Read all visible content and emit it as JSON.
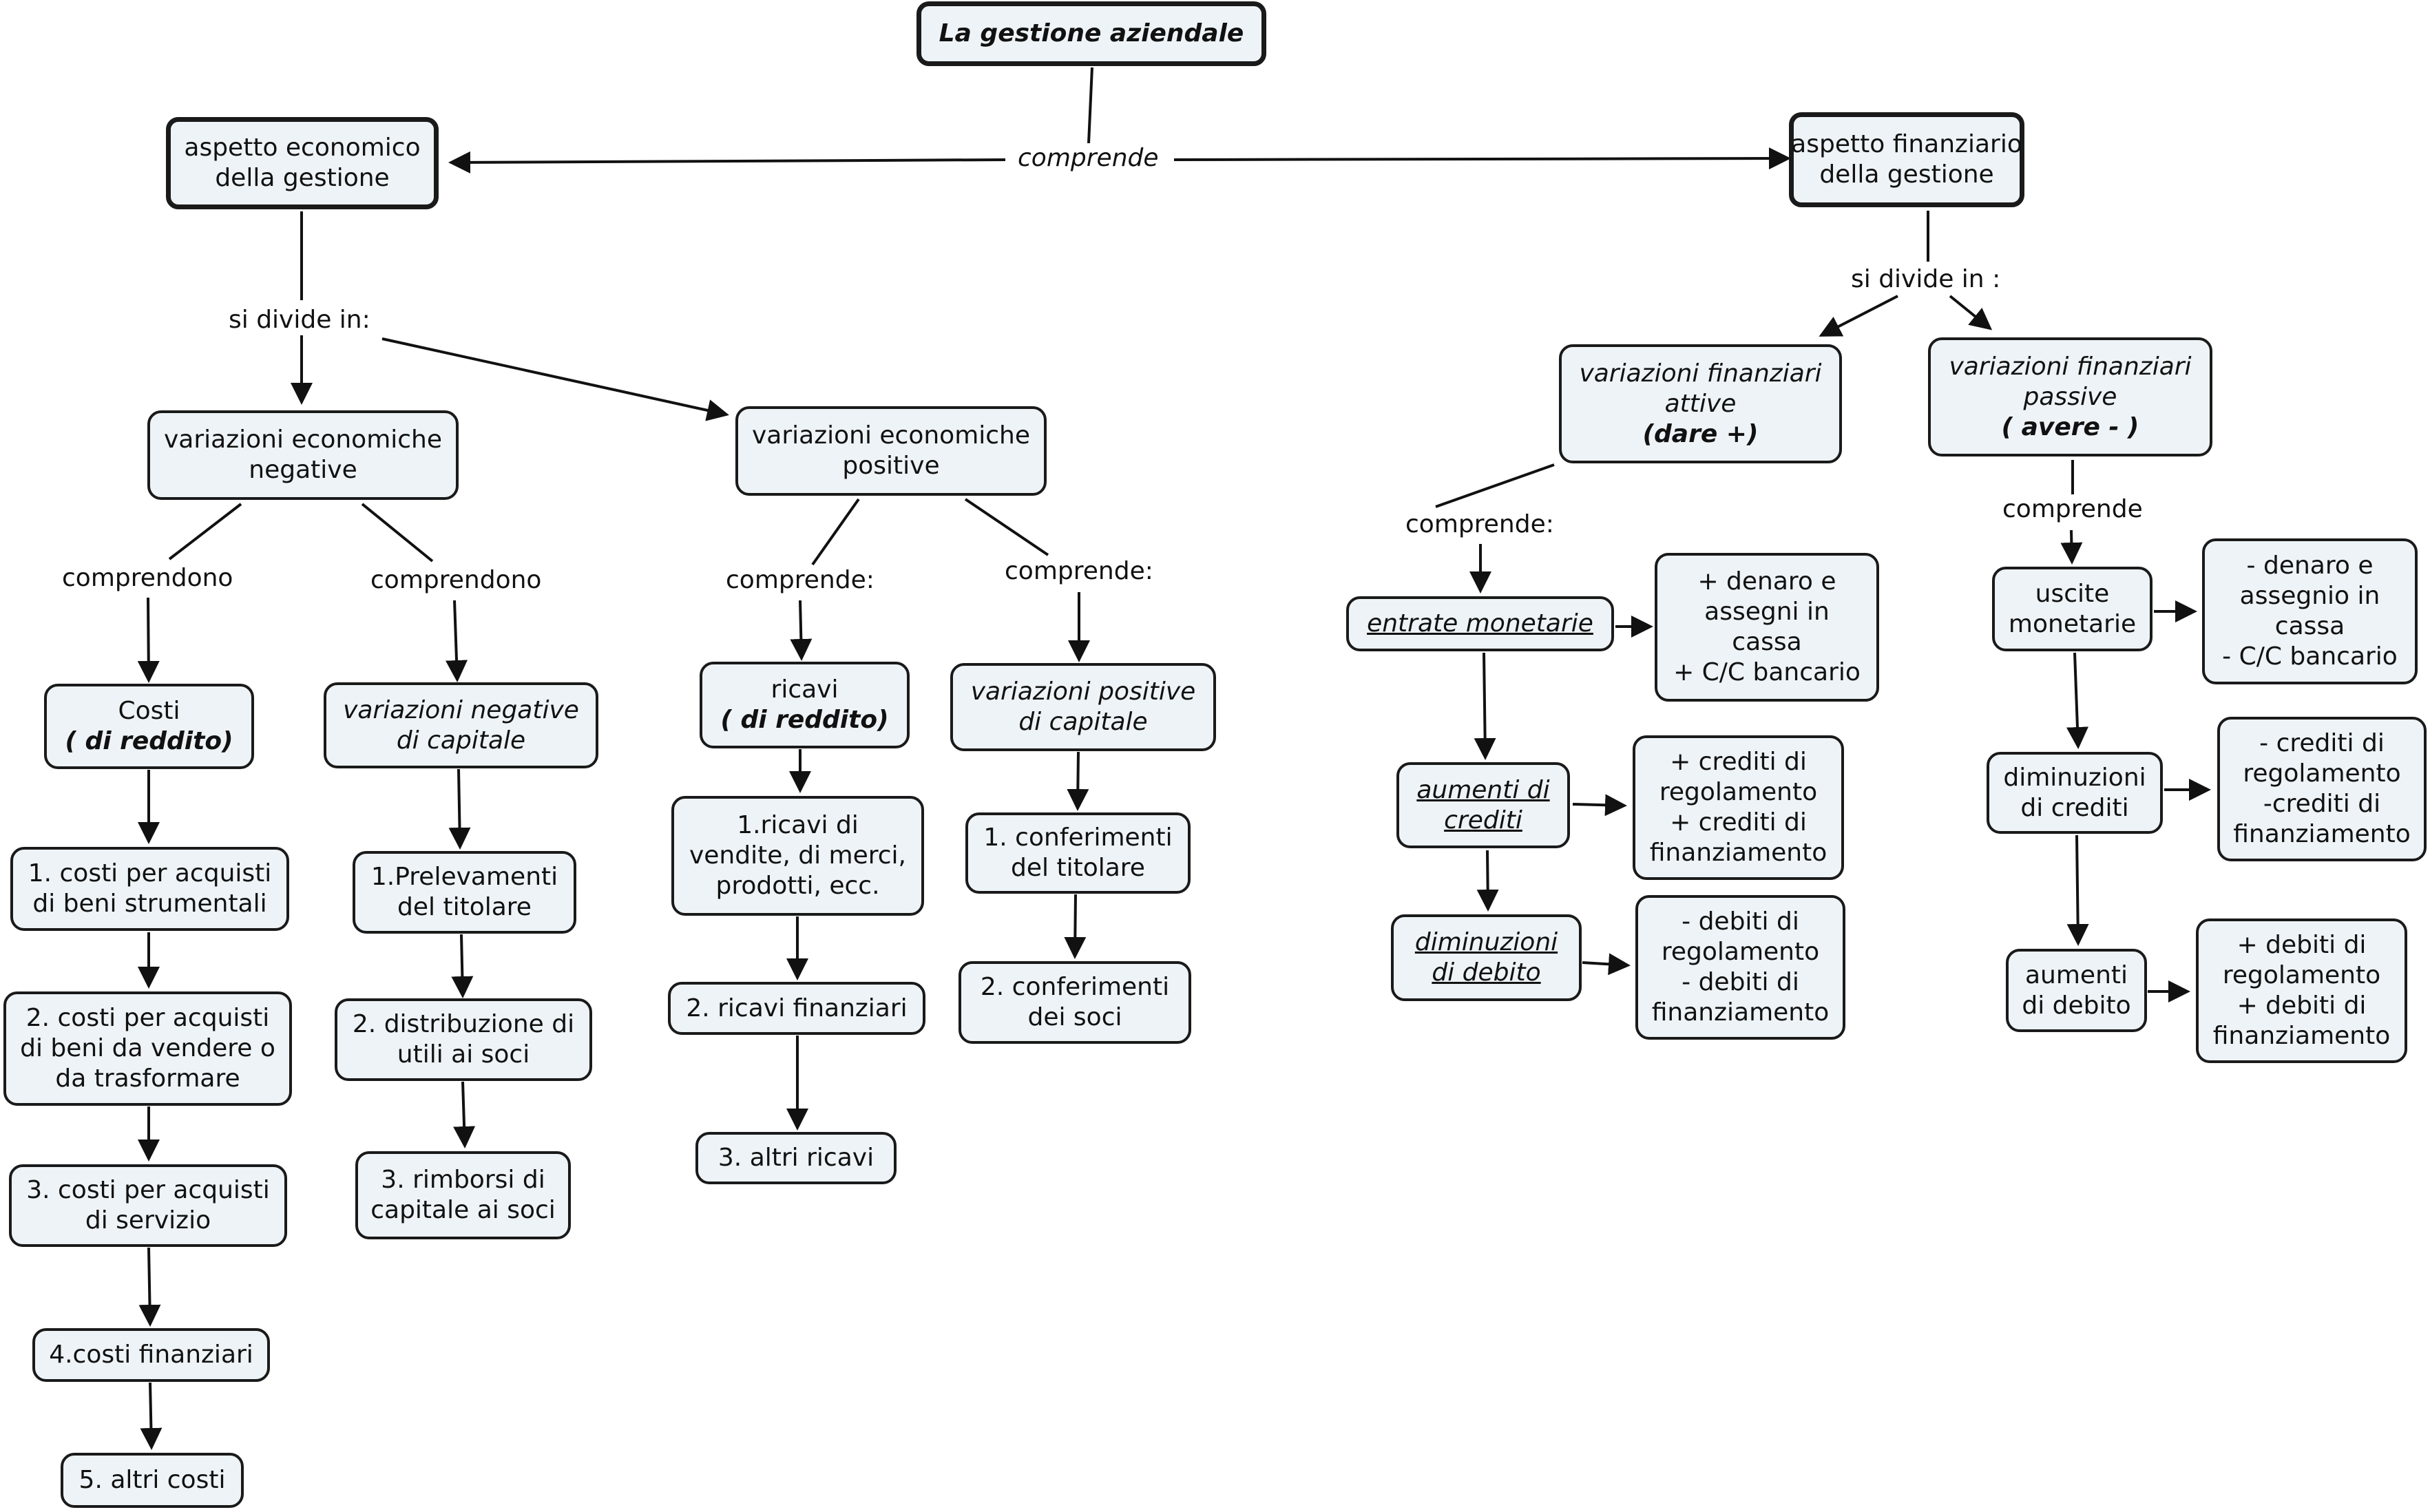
{
  "root": {
    "title": "La gestione aziendale"
  },
  "links": {
    "comprende": "comprende",
    "si_divide_left": "si divide in:",
    "si_divide_right": "si divide in :",
    "comprendono_1": "comprendono",
    "comprendono_2": "comprendono",
    "comprende_pos_1": "comprende:",
    "comprende_pos_2": "comprende:",
    "comprende_att": "comprende:",
    "comprende_pas": "comprende"
  },
  "economico": {
    "line1": "aspetto economico",
    "line2": "della gestione"
  },
  "finanziario": {
    "line1": "aspetto finanziario",
    "line2": "della gestione"
  },
  "var_neg": {
    "line1": "variazioni economiche",
    "line2": "negative"
  },
  "var_pos": {
    "line1": "variazioni economiche",
    "line2": "positive"
  },
  "costi": {
    "line1": "Costi",
    "line2": "( di reddito)"
  },
  "var_neg_cap": {
    "line1": "variazioni negative",
    "line2": "di capitale"
  },
  "ricavi": {
    "line1": "ricavi",
    "line2": "( di reddito)"
  },
  "var_pos_cap": {
    "line1": "variazioni positive",
    "line2": "di capitale"
  },
  "costi_list": [
    {
      "l1": "1. costi per acquisti",
      "l2": "di beni strumentali"
    },
    {
      "l1": "2. costi per acquisti",
      "l2": "di beni da vendere o",
      "l3": "da trasformare"
    },
    {
      "l1": "3. costi per acquisti",
      "l2": "di servizio"
    },
    {
      "l1": "4.costi finanziari"
    },
    {
      "l1": "5. altri costi"
    }
  ],
  "neg_cap_list": [
    {
      "l1": "1.Prelevamenti",
      "l2": "del titolare"
    },
    {
      "l1": "2. distribuzione di",
      "l2": "utili ai soci"
    },
    {
      "l1": "3. rimborsi di",
      "l2": "capitale ai soci"
    }
  ],
  "ricavi_list": [
    {
      "l1": "1.ricavi di",
      "l2": "vendite, di merci,",
      "l3": "prodotti, ecc."
    },
    {
      "l1": "2. ricavi finanziari"
    },
    {
      "l1": "3. altri ricavi"
    }
  ],
  "pos_cap_list": [
    {
      "l1": "1. conferimenti",
      "l2": "del titolare"
    },
    {
      "l1": "2. conferimenti",
      "l2": "dei soci"
    }
  ],
  "var_fin_att": {
    "line1": "variazioni finanziari",
    "line2": "attive",
    "line3": "(dare +)"
  },
  "var_fin_pas": {
    "line1": "variazioni finanziari",
    "line2": "passive",
    "line3": "( avere - )"
  },
  "entrate": {
    "label": "entrate monetarie"
  },
  "aumenti_crediti": {
    "line1": "aumenti di",
    "line2": "crediti"
  },
  "diminuzioni_debito": {
    "line1": "diminuzioni",
    "line2": "di debito"
  },
  "entrate_detail": {
    "l1": "+ denaro e",
    "l2": "assegni in",
    "l3": "cassa",
    "l4": "+ C/C bancario"
  },
  "aumenti_crediti_detail": {
    "l1": "+ crediti di",
    "l2": "regolamento",
    "l3": "+ crediti di",
    "l4": "finanziamento"
  },
  "diminuzioni_debito_detail": {
    "l1": "- debiti di",
    "l2": "regolamento",
    "l3": "- debiti di",
    "l4": "finanziamento"
  },
  "uscite": {
    "line1": "uscite",
    "line2": "monetarie"
  },
  "diminuzioni_crediti": {
    "line1": "diminuzioni",
    "line2": "di crediti"
  },
  "aumenti_debito": {
    "line1": "aumenti",
    "line2": "di debito"
  },
  "uscite_detail": {
    "l1": "- denaro e",
    "l2": "assegnio in",
    "l3": "cassa",
    "l4": "- C/C bancario"
  },
  "diminuzioni_crediti_detail": {
    "l1": "- crediti di",
    "l2": "regolamento",
    "l3": "-crediti di",
    "l4": "finanziamento"
  },
  "aumenti_debito_detail": {
    "l1": "+ debiti di",
    "l2": "regolamento",
    "l3": "+ debiti di",
    "l4": "finanziamento"
  }
}
